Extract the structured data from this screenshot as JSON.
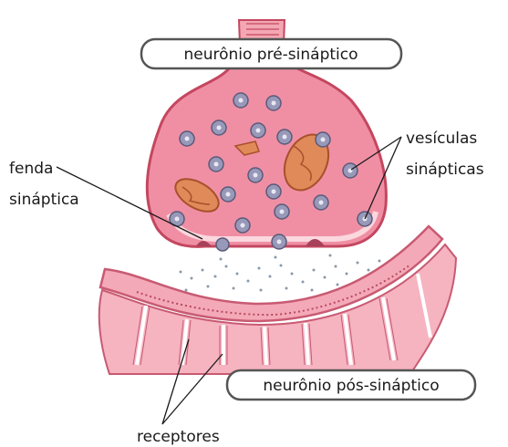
{
  "labels": {
    "pre_synaptic": "neurônio pré-sináptico",
    "post_synaptic": "neurônio pós-sináptico",
    "cleft_line1": "fenda",
    "cleft_line2": "sináptica",
    "vesicles_line1": "vesículas",
    "vesicles_line2": "sinápticas",
    "receptors": "receptores"
  },
  "colors": {
    "terminal_fill": "#f08fa4",
    "terminal_edge": "#c4475f",
    "terminal_inner": "#fbd7de",
    "post_fill": "#f4a9b8",
    "post_edge": "#c85a72",
    "vesicle_fill": "#9898b8",
    "mito_fill": "#e08a5a",
    "cleft_dots": "#8a9aa8",
    "axon_fill": "#f3a7b3"
  }
}
